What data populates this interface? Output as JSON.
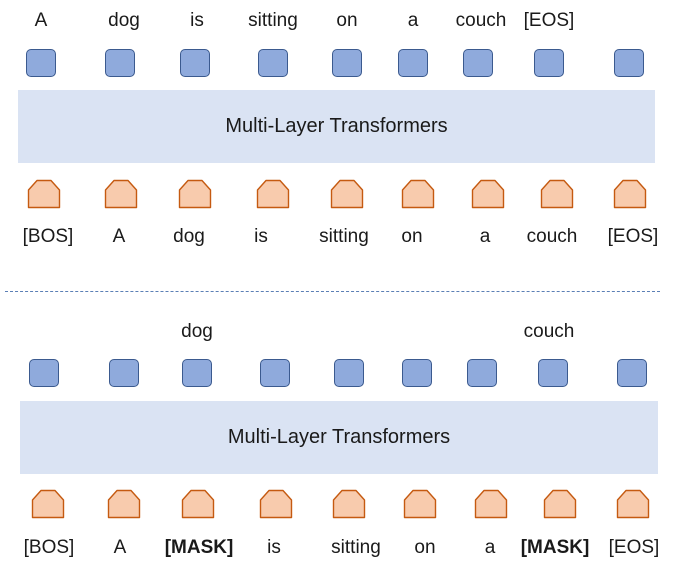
{
  "top": {
    "outputs": [
      "A",
      "dog",
      "is",
      "sitting",
      "on",
      "a",
      "couch",
      "[EOS]",
      ""
    ],
    "transformer_label": "Multi-Layer Transformers",
    "inputs": [
      "[BOS]",
      "A",
      "dog",
      "is",
      "sitting",
      "on",
      "a",
      "couch",
      "[EOS]"
    ]
  },
  "bottom": {
    "outputs": [
      "",
      "",
      "dog",
      "",
      "",
      "",
      "",
      "couch",
      ""
    ],
    "transformer_label": "Multi-Layer Transformers",
    "inputs": [
      "[BOS]",
      "A",
      "[MASK]",
      "is",
      "sitting",
      "on",
      "a",
      "[MASK]",
      "[EOS]"
    ],
    "bold_inputs": [
      2,
      7
    ]
  },
  "colors": {
    "output_box_fill": "#8faadc",
    "output_box_border": "#3b5a8f",
    "input_token_fill": "#f8cbad",
    "input_token_border": "#c55a11",
    "transformer_fill": "#dae3f3",
    "divider": "#5b7fb5"
  },
  "icons": {
    "output_box": "rounded-square",
    "input_token": "pentagon"
  }
}
